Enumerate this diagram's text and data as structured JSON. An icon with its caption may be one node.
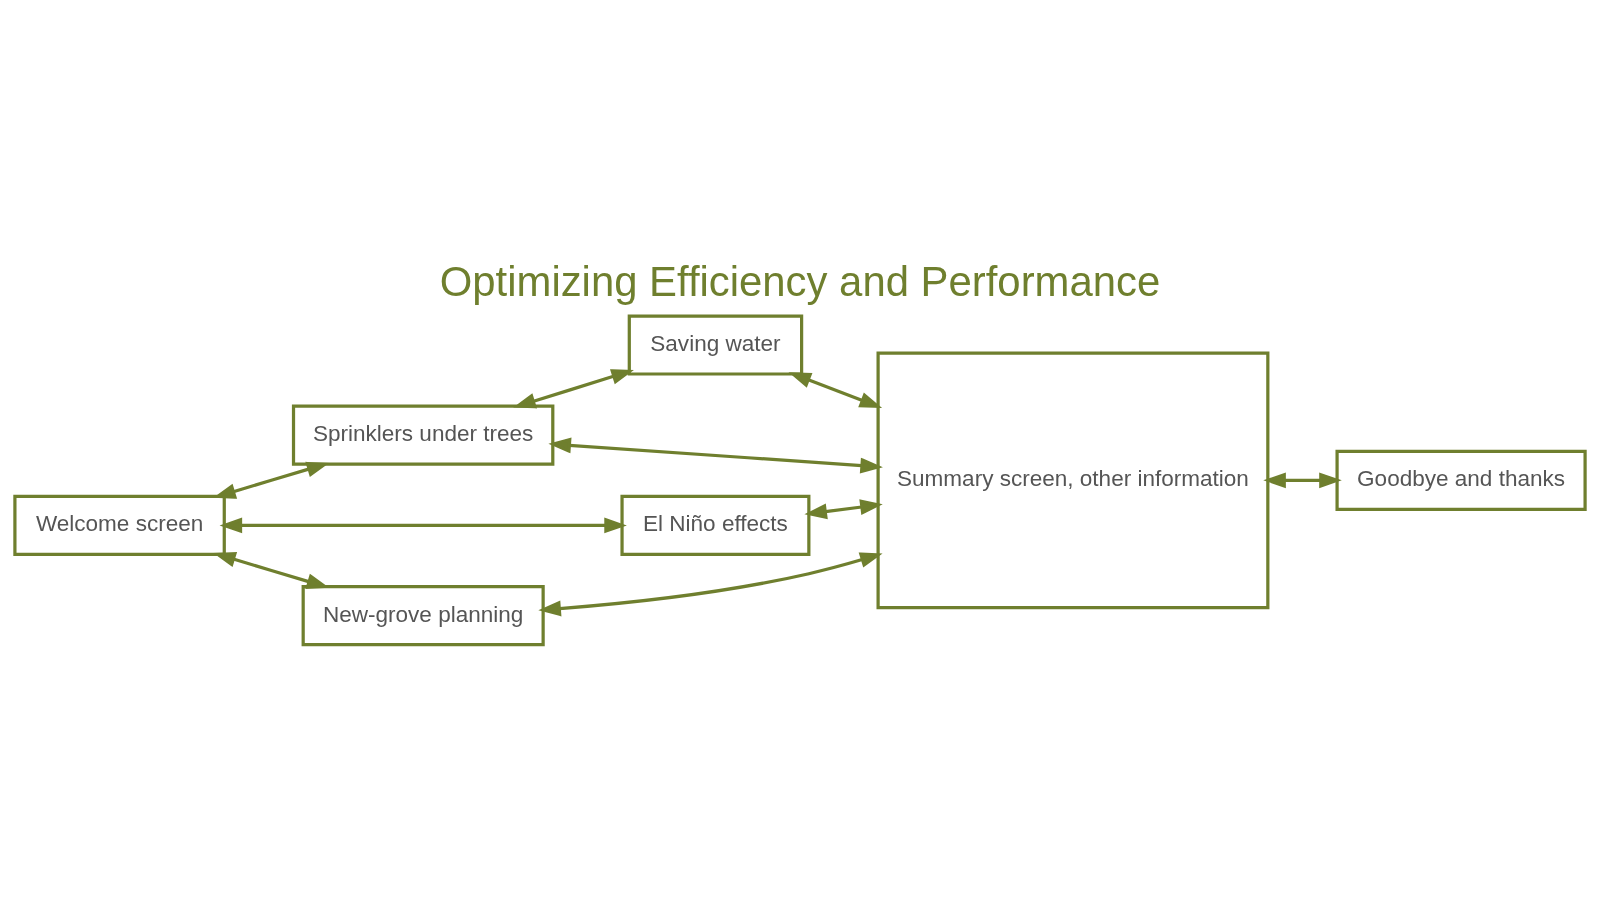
{
  "diagram": {
    "title": "Optimizing Efficiency and Performance",
    "nodes": [
      {
        "text": [
          "Saving water"
        ]
      },
      {
        "text": [
          "Sprinklers under trees"
        ]
      },
      {
        "text": [
          "Welcome screen"
        ]
      },
      {
        "text": [
          "El Niño effects"
        ]
      },
      {
        "text": [
          "New-grove planning"
        ]
      },
      {
        "text": [
          "Summary screen, other information"
        ]
      },
      {
        "text": [
          "Goodbye and thanks"
        ]
      }
    ],
    "edges": [
      {
        "from": 1,
        "to": 0,
        "arrow": "both"
      },
      {
        "from": 0,
        "to": 5,
        "arrow": "both"
      },
      {
        "from": 2,
        "to": 1,
        "arrow": "both"
      },
      {
        "from": 1,
        "to": 5,
        "arrow": "both"
      },
      {
        "from": 2,
        "to": 3,
        "arrow": "both"
      },
      {
        "from": 3,
        "to": 5,
        "arrow": "both"
      },
      {
        "from": 2,
        "to": 4,
        "arrow": "both"
      },
      {
        "from": 4,
        "to": 5,
        "arrow": "both"
      },
      {
        "from": 5,
        "to": 6,
        "arrow": "both"
      }
    ]
  }
}
